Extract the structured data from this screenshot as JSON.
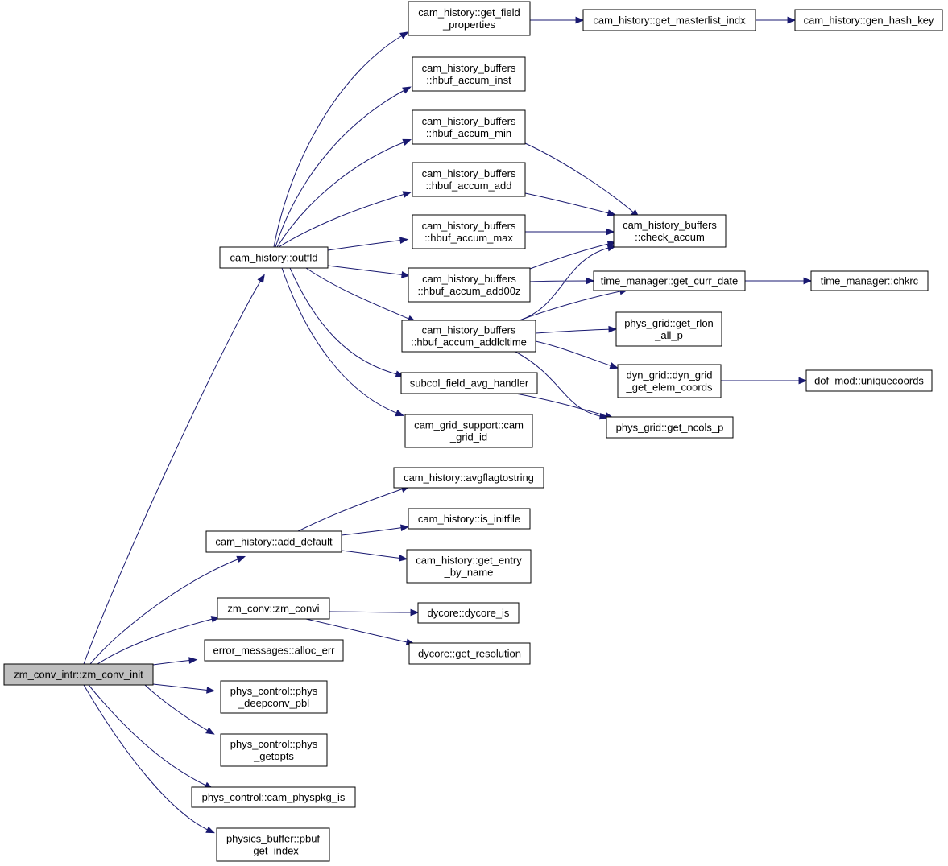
{
  "graph": {
    "colors": {
      "edge": "#191970",
      "root_fill": "#bfbfbf",
      "node_fill": "#ffffff",
      "node_border": "#000000"
    },
    "nodes": {
      "root": {
        "lines": [
          "zm_conv_intr::zm_conv_init"
        ],
        "root": true
      },
      "outfld": {
        "lines": [
          "cam_history::outfld"
        ]
      },
      "getfield": {
        "lines": [
          "cam_history::get_field",
          "_properties"
        ]
      },
      "masterlist": {
        "lines": [
          "cam_history::get_masterlist_indx"
        ]
      },
      "genhash": {
        "lines": [
          "cam_history::gen_hash_key"
        ]
      },
      "accinst": {
        "lines": [
          "cam_history_buffers",
          "::hbuf_accum_inst"
        ]
      },
      "accmin": {
        "lines": [
          "cam_history_buffers",
          "::hbuf_accum_min"
        ]
      },
      "accadd": {
        "lines": [
          "cam_history_buffers",
          "::hbuf_accum_add"
        ]
      },
      "accmax": {
        "lines": [
          "cam_history_buffers",
          "::hbuf_accum_max"
        ]
      },
      "checkacc": {
        "lines": [
          "cam_history_buffers",
          "::check_accum"
        ]
      },
      "add00z": {
        "lines": [
          "cam_history_buffers",
          "::hbuf_accum_add00z"
        ]
      },
      "currdate": {
        "lines": [
          "time_manager::get_curr_date"
        ]
      },
      "chkrc": {
        "lines": [
          "time_manager::chkrc"
        ]
      },
      "addlcl": {
        "lines": [
          "cam_history_buffers",
          "::hbuf_accum_addlcltime"
        ]
      },
      "rlon": {
        "lines": [
          "phys_grid::get_rlon",
          "_all_p"
        ]
      },
      "dyngrid": {
        "lines": [
          "dyn_grid::dyn_grid",
          "_get_elem_coords"
        ]
      },
      "uniq": {
        "lines": [
          "dof_mod::uniquecoords"
        ]
      },
      "subcol": {
        "lines": [
          "subcol_field_avg_handler"
        ]
      },
      "ncols": {
        "lines": [
          "phys_grid::get_ncols_p"
        ]
      },
      "gridid": {
        "lines": [
          "cam_grid_support::cam",
          "_grid_id"
        ]
      },
      "avgflag": {
        "lines": [
          "cam_history::avgflagtostring"
        ]
      },
      "adddef": {
        "lines": [
          "cam_history::add_default"
        ]
      },
      "initfile": {
        "lines": [
          "cam_history::is_initfile"
        ]
      },
      "getentry": {
        "lines": [
          "cam_history::get_entry",
          "_by_name"
        ]
      },
      "zmconvi": {
        "lines": [
          "zm_conv::zm_convi"
        ]
      },
      "dycoreis": {
        "lines": [
          "dycore::dycore_is"
        ]
      },
      "getres": {
        "lines": [
          "dycore::get_resolution"
        ]
      },
      "allocerr": {
        "lines": [
          "error_messages::alloc_err"
        ]
      },
      "deeppbl": {
        "lines": [
          "phys_control::phys",
          "_deepconv_pbl"
        ]
      },
      "getopts": {
        "lines": [
          "phys_control::phys",
          "_getopts"
        ]
      },
      "physpkg": {
        "lines": [
          "phys_control::cam_physpkg_is"
        ]
      },
      "pbufidx": {
        "lines": [
          "physics_buffer::pbuf",
          "_get_index"
        ]
      }
    },
    "edges": [
      [
        "root",
        "outfld"
      ],
      [
        "root",
        "adddef"
      ],
      [
        "root",
        "zmconvi"
      ],
      [
        "root",
        "allocerr"
      ],
      [
        "root",
        "deeppbl"
      ],
      [
        "root",
        "getopts"
      ],
      [
        "root",
        "physpkg"
      ],
      [
        "root",
        "pbufidx"
      ],
      [
        "outfld",
        "getfield"
      ],
      [
        "outfld",
        "accinst"
      ],
      [
        "outfld",
        "accmin"
      ],
      [
        "outfld",
        "accadd"
      ],
      [
        "outfld",
        "accmax"
      ],
      [
        "outfld",
        "add00z"
      ],
      [
        "outfld",
        "addlcl"
      ],
      [
        "outfld",
        "subcol"
      ],
      [
        "outfld",
        "gridid"
      ],
      [
        "getfield",
        "masterlist"
      ],
      [
        "masterlist",
        "genhash"
      ],
      [
        "accmin",
        "checkacc"
      ],
      [
        "accadd",
        "checkacc"
      ],
      [
        "accmax",
        "checkacc"
      ],
      [
        "add00z",
        "checkacc"
      ],
      [
        "add00z",
        "currdate"
      ],
      [
        "currdate",
        "chkrc"
      ],
      [
        "addlcl",
        "checkacc"
      ],
      [
        "addlcl",
        "currdate"
      ],
      [
        "addlcl",
        "rlon"
      ],
      [
        "addlcl",
        "dyngrid"
      ],
      [
        "addlcl",
        "ncols"
      ],
      [
        "dyngrid",
        "uniq"
      ],
      [
        "subcol",
        "ncols"
      ],
      [
        "adddef",
        "avgflag"
      ],
      [
        "adddef",
        "initfile"
      ],
      [
        "adddef",
        "getentry"
      ],
      [
        "zmconvi",
        "dycoreis"
      ],
      [
        "zmconvi",
        "getres"
      ]
    ]
  }
}
